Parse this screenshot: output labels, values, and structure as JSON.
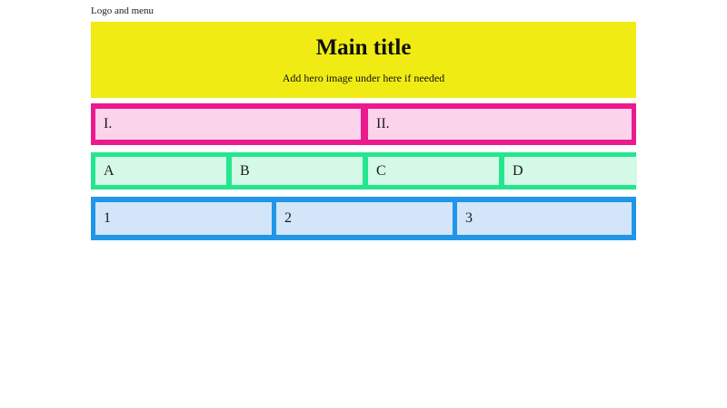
{
  "header": {
    "label": "Logo and menu"
  },
  "hero": {
    "title": "Main title",
    "subtitle": "Add hero image under here if needed",
    "background_color": "#f0ec13"
  },
  "bands": {
    "pink": {
      "container_color": "#ec1a8d",
      "panel_color": "#fbd4ec",
      "panels": [
        {
          "label": "I."
        },
        {
          "label": "II."
        }
      ]
    },
    "green": {
      "container_color": "#24e68e",
      "panel_color": "#d4f9e6",
      "panels": [
        {
          "label": "A"
        },
        {
          "label": "B"
        },
        {
          "label": "C"
        },
        {
          "label": "D"
        }
      ]
    },
    "blue": {
      "container_color": "#2196e8",
      "panel_color": "#d3e5f8",
      "panels": [
        {
          "label": "1"
        },
        {
          "label": "2"
        },
        {
          "label": "3"
        }
      ]
    }
  }
}
